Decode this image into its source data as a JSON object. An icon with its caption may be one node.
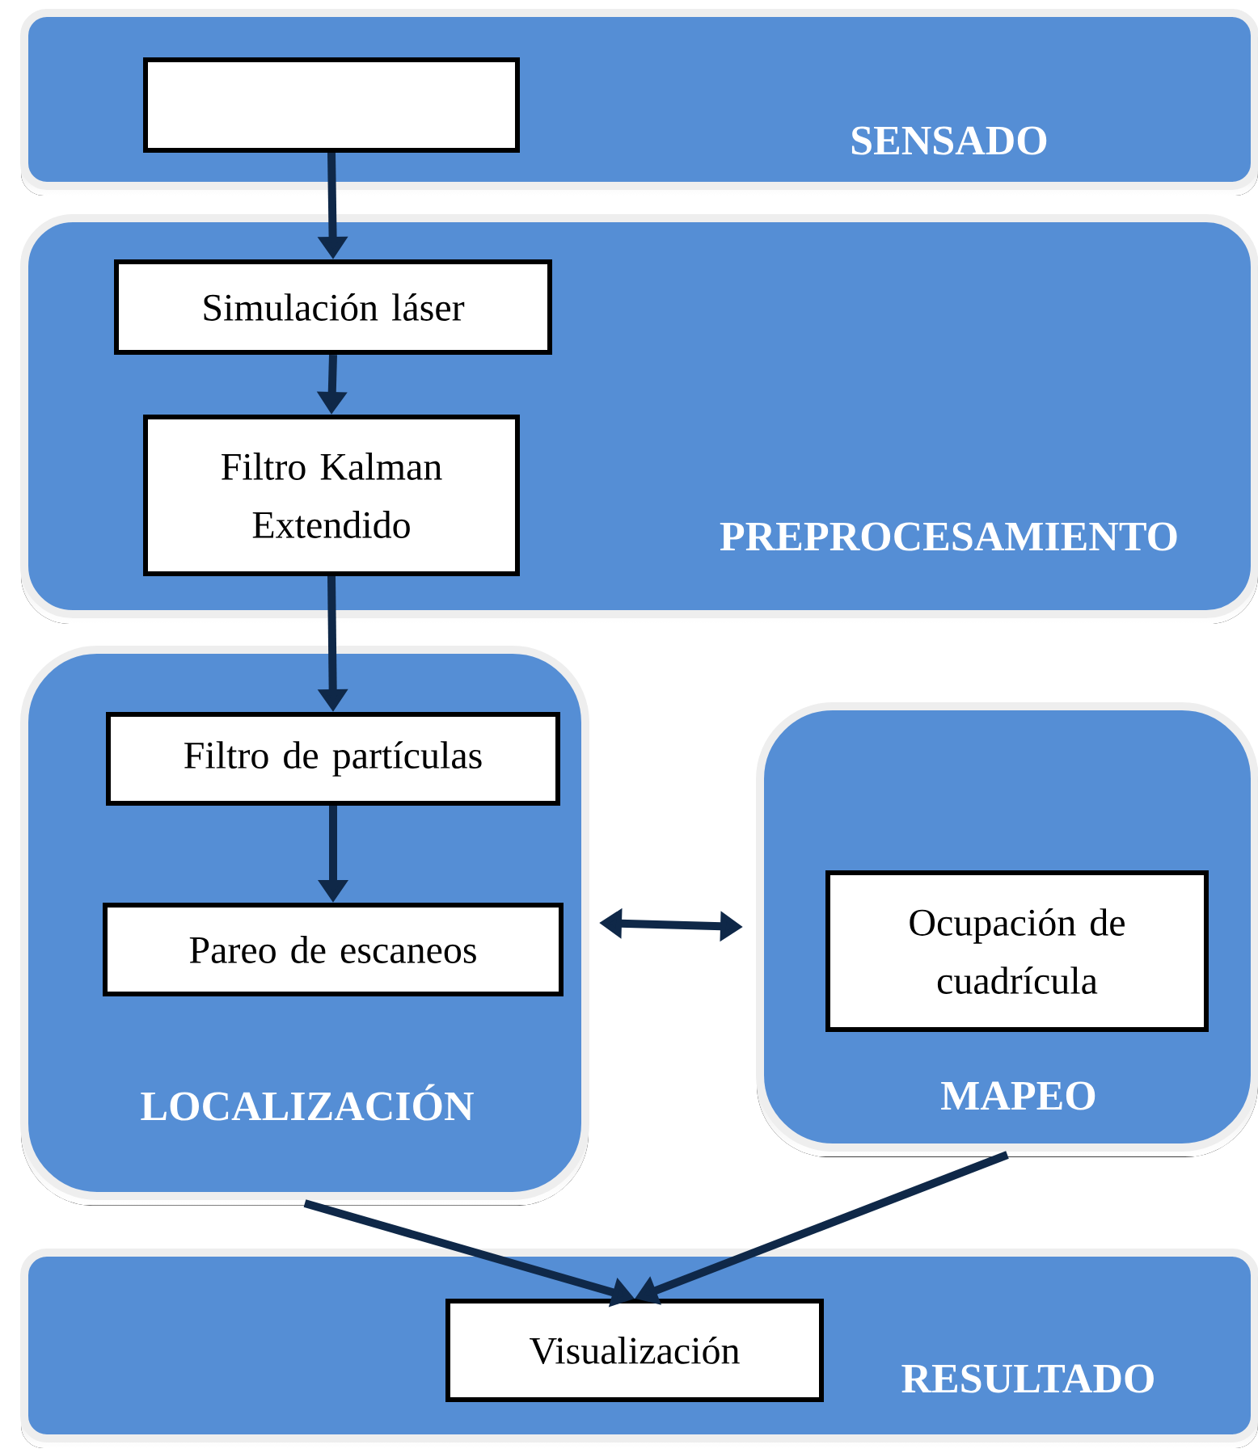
{
  "diagram": {
    "nodes": [
      {
        "text": [
          "SENSADO"
        ]
      },
      {
        "text": [],
        "shape": "box",
        "in": 0
      },
      {
        "text": [
          "PREPROCESAMIENTO"
        ]
      },
      {
        "text": [
          "Simulación láser"
        ],
        "in": 2
      },
      {
        "text": [
          "Filtro Kalman Extendido"
        ],
        "in": 2
      },
      {
        "text": [
          "LOCALIZACIÓN"
        ]
      },
      {
        "text": [
          "Filtro de partículas"
        ],
        "in": 5
      },
      {
        "text": [
          "Pareo de escaneos"
        ],
        "in": 5
      },
      {
        "text": [
          "MAPEO"
        ]
      },
      {
        "text": [
          "Ocupación de cuadrícula"
        ],
        "in": 8
      },
      {
        "text": [
          "RESULTADO"
        ]
      },
      {
        "text": [
          "Visualización"
        ],
        "in": 10
      }
    ],
    "edges": [
      {
        "from": 1,
        "to": 3,
        "arrow": "to"
      },
      {
        "from": 3,
        "to": 4,
        "arrow": "to"
      },
      {
        "from": 4,
        "to": 6,
        "arrow": "to"
      },
      {
        "from": 6,
        "to": 7,
        "arrow": "to"
      },
      {
        "from": 5,
        "to": 8,
        "arrow": "both"
      },
      {
        "from": 5,
        "to": 11,
        "arrow": "to"
      },
      {
        "from": 8,
        "to": 11,
        "arrow": "to"
      }
    ]
  }
}
